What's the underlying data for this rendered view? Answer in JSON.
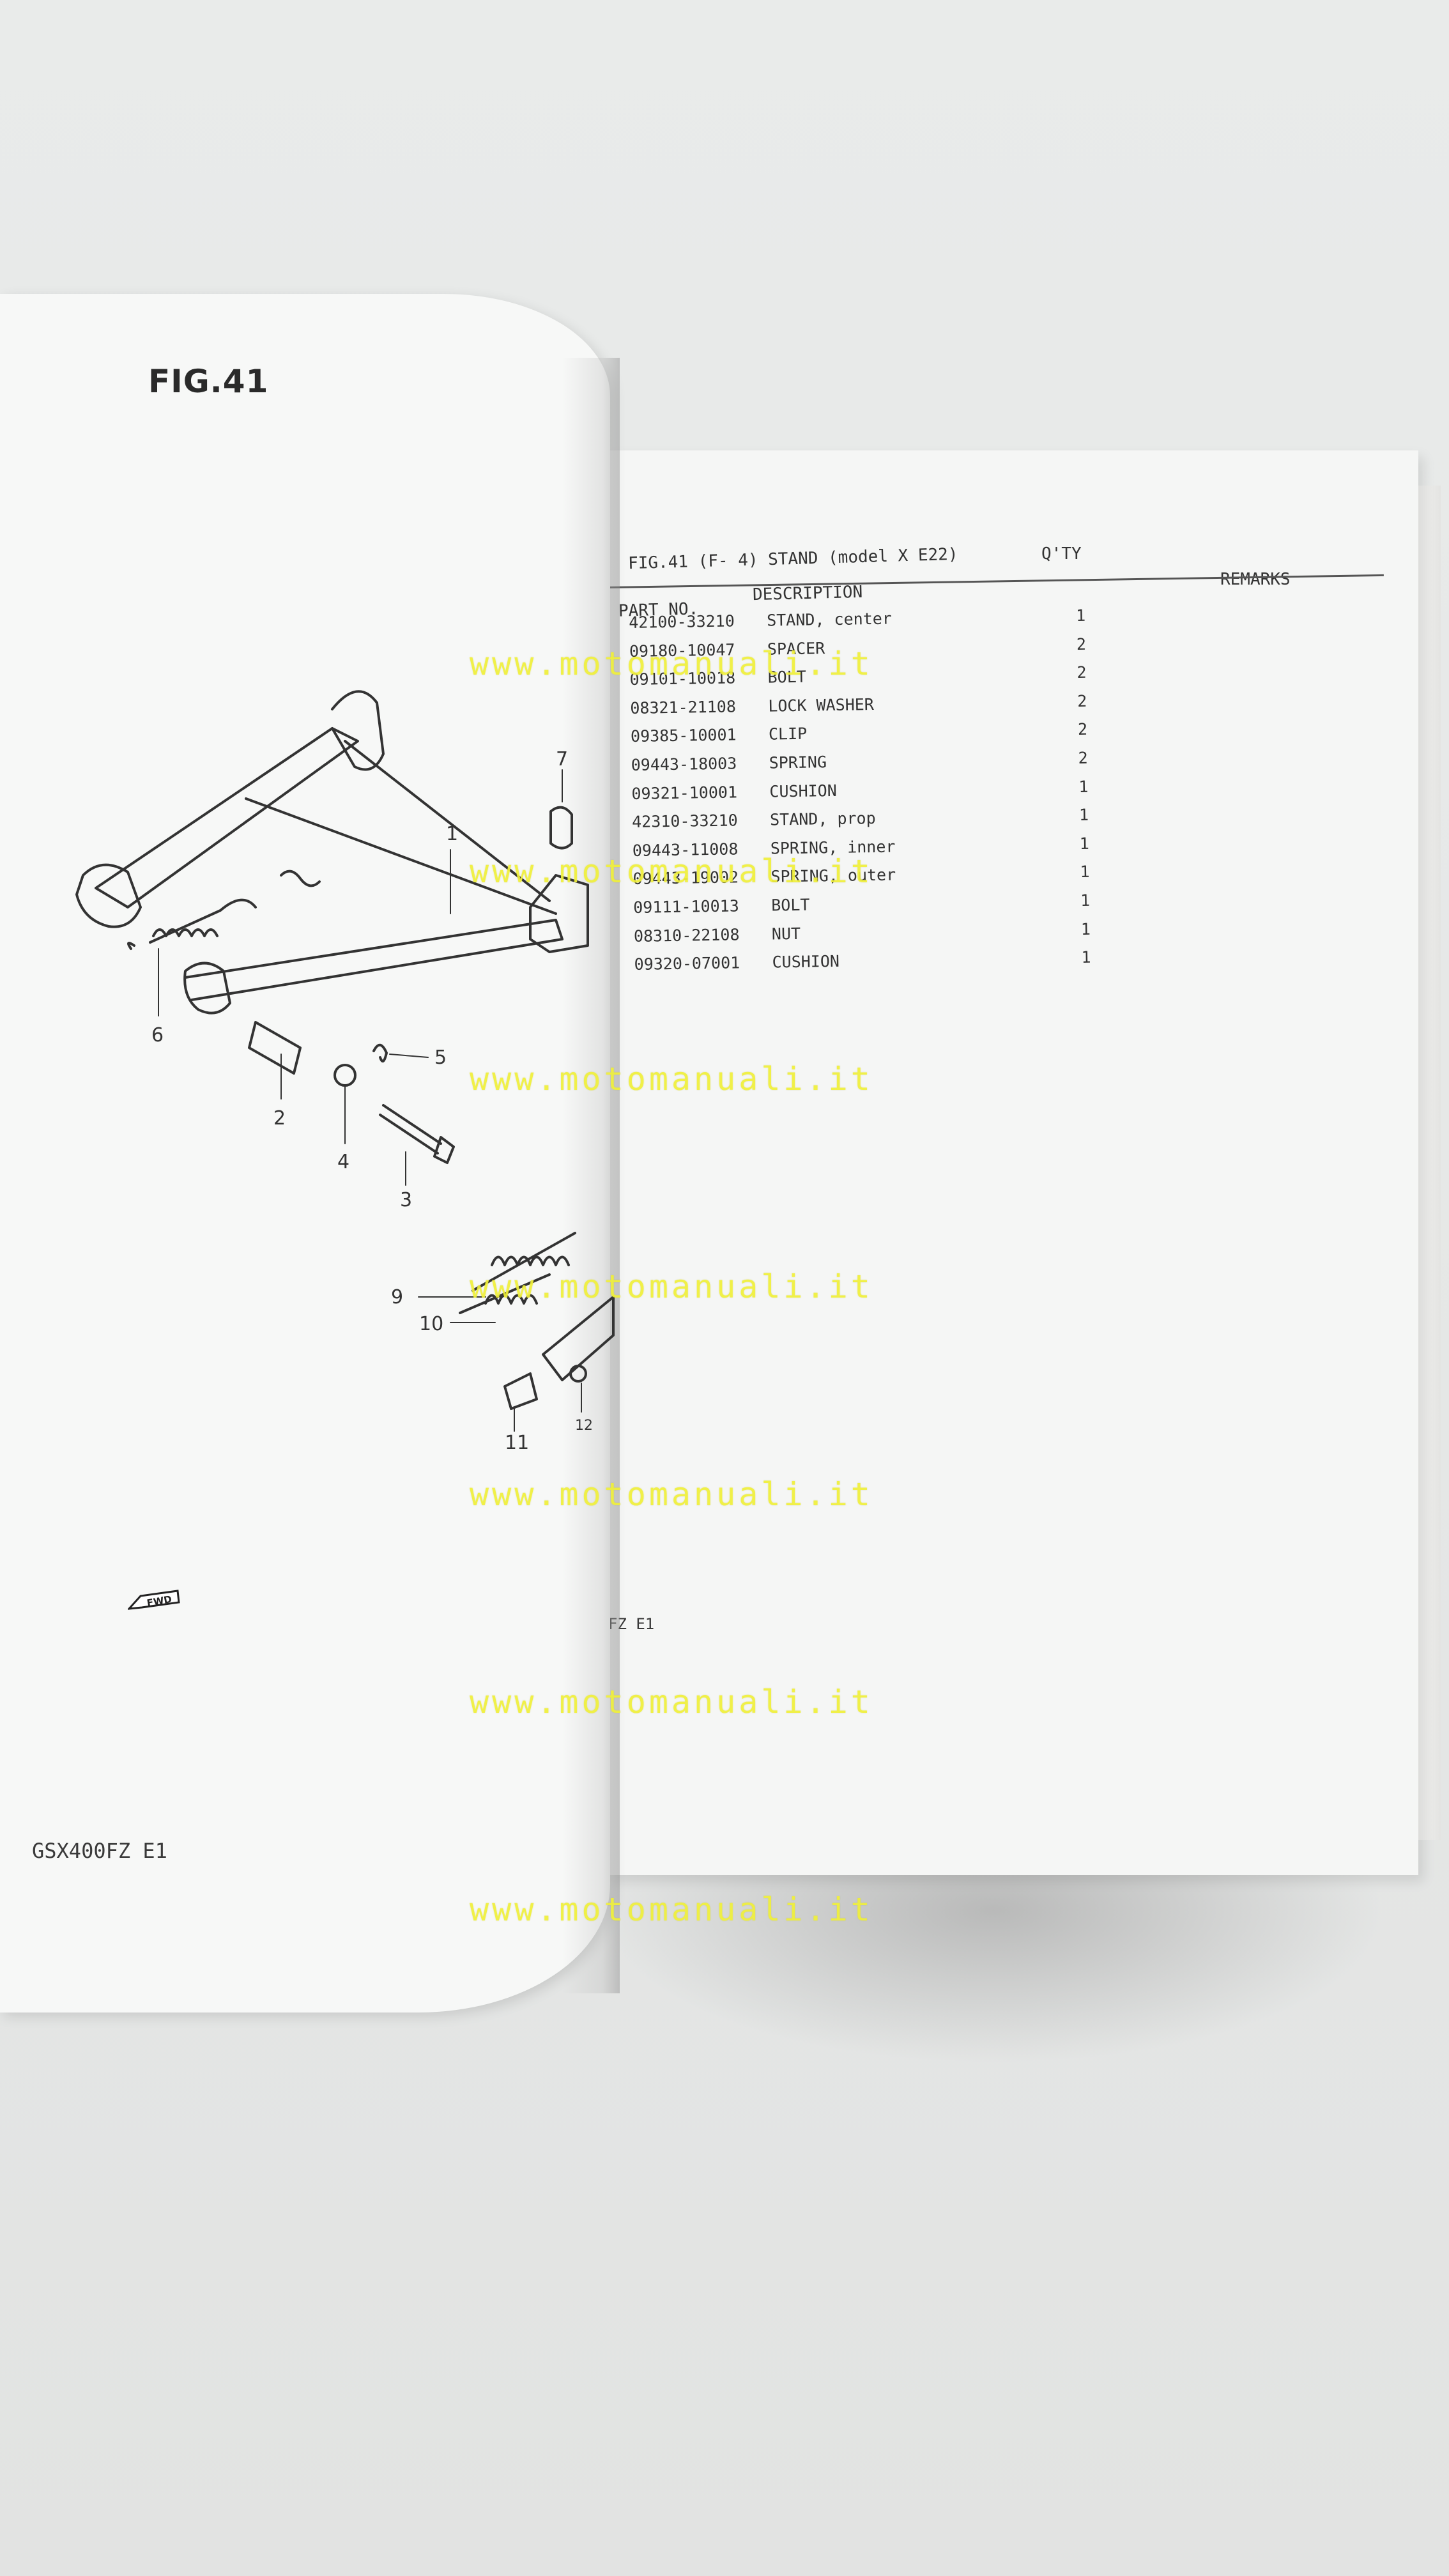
{
  "left_page": {
    "fig_title": "FIG.41",
    "footer": "GSX400FZ E1",
    "fwd_label": "FWD",
    "callouts": [
      "1",
      "2",
      "3",
      "4",
      "5",
      "6",
      "7",
      "9",
      "10",
      "11",
      "12"
    ]
  },
  "right_page": {
    "header_title": "FIG.41 (F- 4) STAND (model X E22)",
    "col_part_no": "PART NO.",
    "col_description": "DESCRIPTION",
    "col_qty": "Q'TY",
    "col_remarks": "REMARKS",
    "rows": [
      {
        "part": "42100-33210",
        "desc": "STAND, center",
        "qty": "1"
      },
      {
        "part": "09180-10047",
        "desc": "SPACER",
        "qty": "2"
      },
      {
        "part": "09101-10018",
        "desc": "BOLT",
        "qty": "2"
      },
      {
        "part": "08321-21108",
        "desc": "LOCK WASHER",
        "qty": "2"
      },
      {
        "part": "09385-10001",
        "desc": "CLIP",
        "qty": "2"
      },
      {
        "part": "09443-18003",
        "desc": "SPRING",
        "qty": "2"
      },
      {
        "part": "09321-10001",
        "desc": "CUSHION",
        "qty": "1"
      },
      {
        "part": "42310-33210",
        "desc": "STAND, prop",
        "qty": "1"
      },
      {
        "part": "09443-11008",
        "desc": "SPRING, inner",
        "qty": "1"
      },
      {
        "part": "09443-19002",
        "desc": "SPRING, outer",
        "qty": "1"
      },
      {
        "part": "09111-10013",
        "desc": "BOLT",
        "qty": "1"
      },
      {
        "part": "08310-22108",
        "desc": "NUT",
        "qty": "1"
      },
      {
        "part": "09320-07001",
        "desc": "CUSHION",
        "qty": "1"
      }
    ],
    "footer": "FZ E1"
  },
  "watermark": "www.motomanuali.it"
}
